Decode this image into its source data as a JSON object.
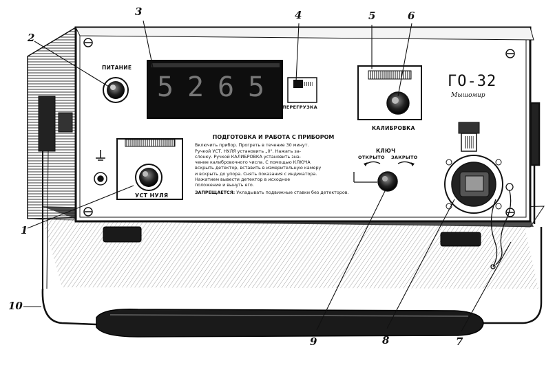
{
  "callouts": {
    "c1": "1",
    "c2": "2",
    "c3": "3",
    "c4": "4",
    "c5": "5",
    "c6": "6",
    "c7": "7",
    "c8": "8",
    "c9": "9",
    "c10": "10"
  },
  "panel": {
    "power_label": "ПИТАНИЕ",
    "model": "ГО-32",
    "maker": "Мышомир",
    "overload_label": "ПЕРЕГРУЗКА",
    "calibration_label": "КАЛИБРОВКА",
    "zero_label": "УСТ НУЛЯ",
    "key_label": "КЛЮЧ",
    "key_open": "ОТКРЫТО",
    "key_closed": "ЗАКРЫТО",
    "digits": [
      "5",
      "2",
      "6",
      "5"
    ]
  },
  "instructions": {
    "heading": "ПОДГОТОВКА И РАБОТА С ПРИБОРОМ",
    "lines": [
      "Включить прибор. Прогреть в течение 30 минут.",
      "Ручкой УСТ. НУЛЯ установить „0\". Нажать за-",
      "слонку. Ручкой КАЛИБРОВКА установить зна-",
      "чение калибровочного числа. С помощью КЛЮЧА",
      "вскрыть детектор, вставить в измерительную камеру",
      "и вскрыть до упора. Снять показания с индикатора.",
      "Нажатием вывести детектор в исходное",
      "положение и вынуть его."
    ],
    "warning_title": "ЗАПРЕЩАЕТСЯ:",
    "warning_text": "Укладывать подвижные ставки без детекторов."
  }
}
